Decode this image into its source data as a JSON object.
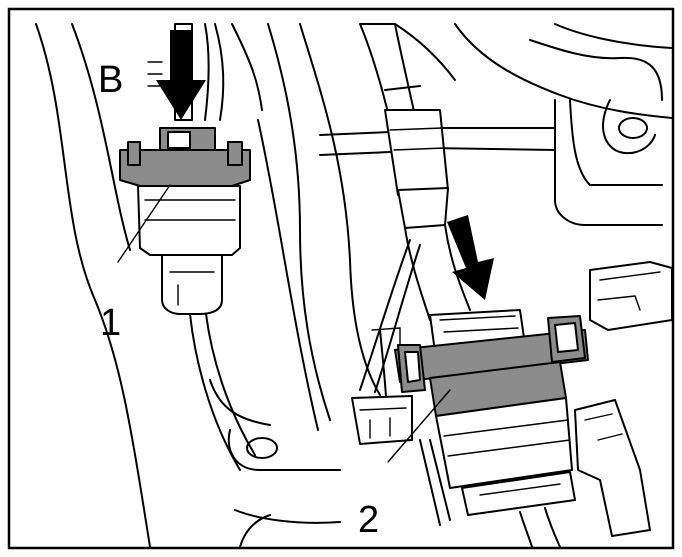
{
  "diagram": {
    "callouts": {
      "b": "B",
      "one": "1",
      "two": "2"
    },
    "colors": {
      "line": "#000000",
      "background": "#ffffff",
      "connector_fill": "#8c8c8c"
    },
    "icons": [
      "down-arrow-icon",
      "down-arrow-icon"
    ]
  }
}
